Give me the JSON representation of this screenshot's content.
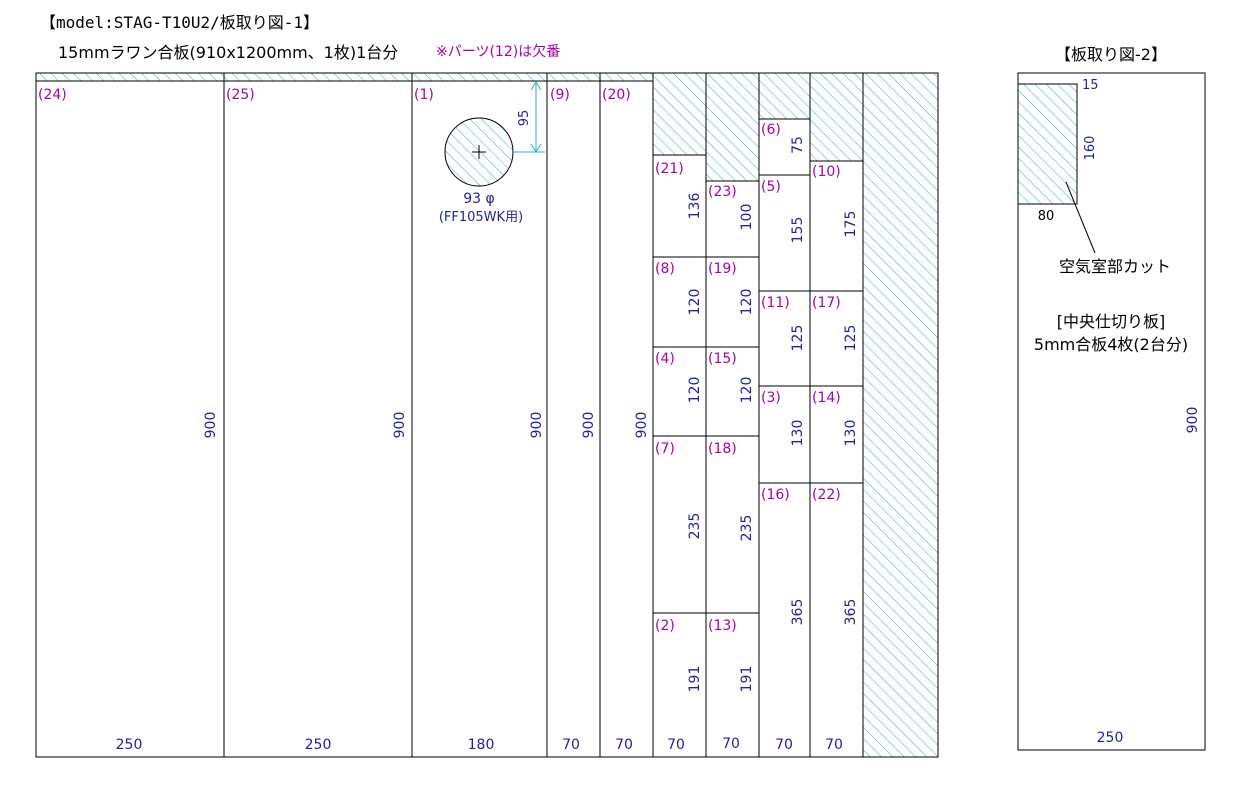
{
  "header": {
    "title": "【model:STAG-T10U2/板取り図-1】",
    "subtitle": "15mmラワン合板(910x1200mm、1枚)1台分",
    "note": "※パーツ(12)は欠番"
  },
  "sheet1": {
    "columns": [
      {
        "part": "(24)",
        "height_label": "900",
        "width_label": "250"
      },
      {
        "part": "(25)",
        "height_label": "900",
        "width_label": "250"
      },
      {
        "part": "(1)",
        "height_label": "900",
        "width_label": "180"
      },
      {
        "part": "(9)",
        "height_label": "900",
        "width_label": "70"
      },
      {
        "part": "(20)",
        "height_label": "900",
        "width_label": "70"
      }
    ],
    "hole": {
      "diameter": "93 φ",
      "label": "(FF105WK用)",
      "offset": "95"
    },
    "stacks": [
      {
        "width_label": "70",
        "parts": [
          {
            "part": "(21)",
            "dim": "136"
          },
          {
            "part": "(8)",
            "dim": "120"
          },
          {
            "part": "(4)",
            "dim": "120"
          },
          {
            "part": "(7)",
            "dim": "235"
          },
          {
            "part": "(2)",
            "dim": "191"
          }
        ]
      },
      {
        "width_label": "70",
        "parts": [
          {
            "part": "(23)",
            "dim": "100"
          },
          {
            "part": "(19)",
            "dim": "120"
          },
          {
            "part": "(15)",
            "dim": "120"
          },
          {
            "part": "(18)",
            "dim": "235"
          },
          {
            "part": "(13)",
            "dim": "191"
          }
        ]
      },
      {
        "width_label": "70",
        "parts": [
          {
            "part": "(6)",
            "dim": "75"
          },
          {
            "part": "(5)",
            "dim": "155"
          },
          {
            "part": "(11)",
            "dim": "125"
          },
          {
            "part": "(3)",
            "dim": "130"
          },
          {
            "part": "(16)",
            "dim": "365"
          }
        ]
      },
      {
        "width_label": "70",
        "parts": [
          {
            "part": "(10)",
            "dim": "175"
          },
          {
            "part": "(17)",
            "dim": "125"
          },
          {
            "part": "(14)",
            "dim": "130"
          },
          {
            "part": "(22)",
            "dim": "365"
          }
        ]
      }
    ]
  },
  "sheet2": {
    "title": "【板取り図-2】",
    "cut_width": "80",
    "cut_height": "160",
    "cut_top": "15",
    "cut_label": "空気室部カット",
    "part_title": "[中央仕切り板]",
    "part_desc": "5mm合板4枚(2台分)",
    "height_label": "900",
    "width_label": "250"
  },
  "colors": {
    "outline": "#000000",
    "part_label": "#aa00aa",
    "dimension": "#1f1fa8",
    "hatch": "#28b4b4",
    "note": "#aa00aa"
  }
}
